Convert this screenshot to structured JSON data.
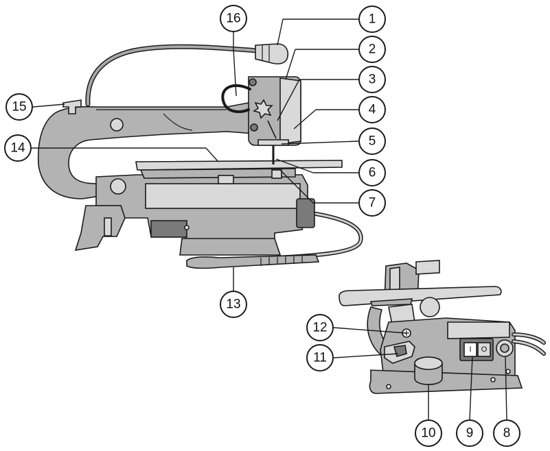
{
  "callouts": [
    {
      "id": "c1",
      "label": "1"
    },
    {
      "id": "c2",
      "label": "2"
    },
    {
      "id": "c3",
      "label": "3"
    },
    {
      "id": "c4",
      "label": "4"
    },
    {
      "id": "c5",
      "label": "5"
    },
    {
      "id": "c6",
      "label": "6"
    },
    {
      "id": "c7",
      "label": "7"
    },
    {
      "id": "c8",
      "label": "8"
    },
    {
      "id": "c9",
      "label": "9"
    },
    {
      "id": "c10",
      "label": "10"
    },
    {
      "id": "c11",
      "label": "11"
    },
    {
      "id": "c12",
      "label": "12"
    },
    {
      "id": "c13",
      "label": "13"
    },
    {
      "id": "c14",
      "label": "14"
    },
    {
      "id": "c15",
      "label": "15"
    },
    {
      "id": "c16",
      "label": "16"
    }
  ],
  "switch": {
    "on_symbol": "I",
    "off_symbol": "O"
  },
  "colors": {
    "body": "#b3b3b3",
    "light": "#d9d9d9",
    "dark": "#7a7a7a",
    "outline": "#1a1a1a"
  }
}
